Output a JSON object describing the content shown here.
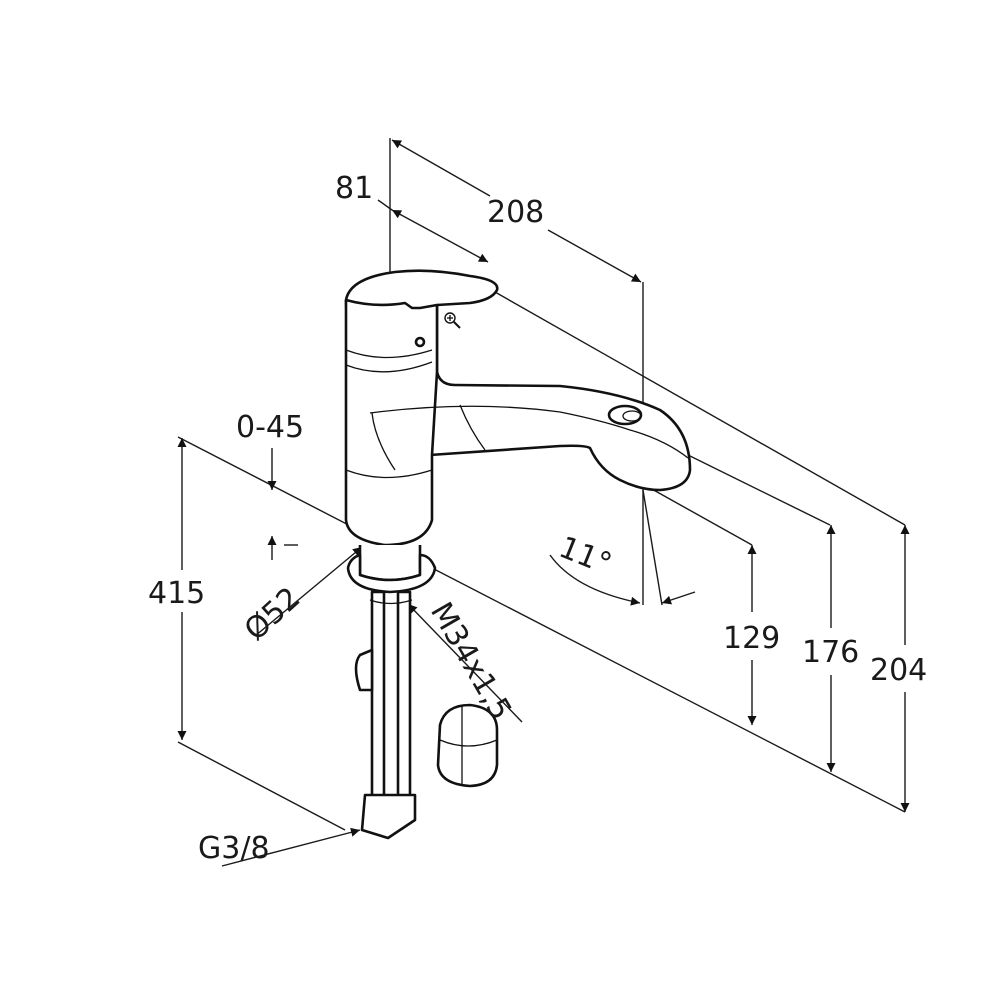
{
  "drawing": {
    "dimensions": {
      "reach_total": "208",
      "reach_handle": "81",
      "swivel": "0-45",
      "total_height": "415",
      "hole_diameter": "Ø52",
      "thread": "M34x1,5",
      "spout_angle": "11°",
      "height_outlet": "129",
      "height_spout_top": "176",
      "height_handle": "204",
      "connection": "G3/8"
    },
    "colors": {
      "line": "#1a1a1a",
      "background": "#ffffff"
    },
    "icons": [
      "zoom-in-cursor-icon"
    ]
  }
}
